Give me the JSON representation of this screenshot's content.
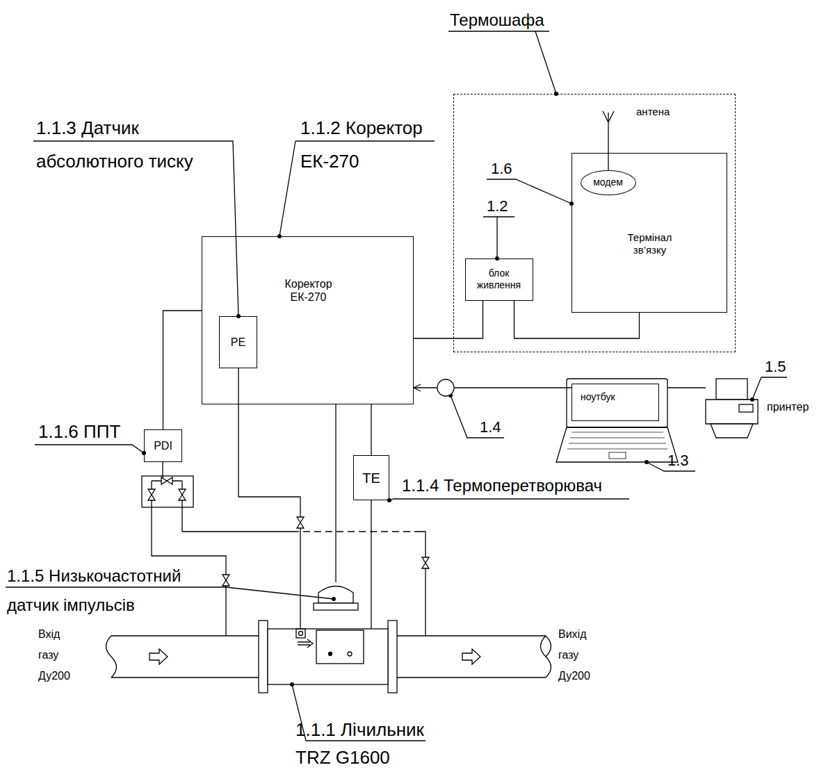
{
  "diagram": {
    "nodes": [
      {
        "text": [
          "Термошафа"
        ]
      },
      {
        "text": [
          "Термінал зв’язку"
        ],
        "in": 0
      },
      {
        "text": [
          "модем"
        ],
        "in": 1
      },
      {
        "text": [
          "блок живлення"
        ],
        "in": 0
      },
      {
        "text": [
          "Коректор ЕК-270"
        ]
      },
      {
        "text": [
          "PE"
        ],
        "in": 4
      },
      {
        "text": [
          "PDI"
        ]
      },
      {
        "text": [
          "TE"
        ]
      },
      {
        "text": [
          "ноутбук"
        ]
      }
    ],
    "edges": [
      {
        "from": 4,
        "to": 3,
        "arrow": "none"
      },
      {
        "from": 3,
        "to": 1,
        "arrow": "none"
      },
      {
        "from": 6,
        "to": 4,
        "arrow": "none"
      },
      {
        "from": 7,
        "to": 4,
        "arrow": "none"
      },
      {
        "from": 8,
        "to": 4,
        "arrow": "to"
      }
    ],
    "labels": [
      "1.1.3 Датчик абсолютного тиску",
      "1.1.2 Коректор ЕК-270",
      "антена",
      "1.6",
      "1.2",
      "1.1.6 ППТ",
      "1.4",
      "1.3",
      "1.5",
      "принтер",
      "1.1.4 Термоперетворювач",
      "1.1.5 Низькочастотний датчик імпульсів",
      "Вхід газу Ду200",
      "Вихід газу Ду200",
      "1.1.1 Лічильник TRZ G1600"
    ]
  }
}
